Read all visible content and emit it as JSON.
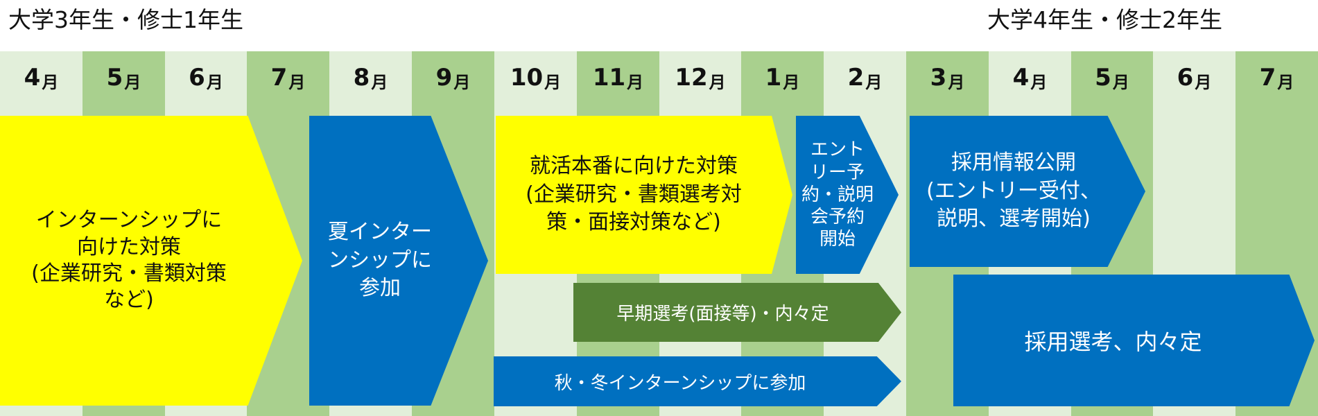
{
  "years": {
    "left": "大学3年生・修士1年生",
    "right": "大学4年生・修士2年生"
  },
  "months": [
    {
      "n": "4",
      "u": "月"
    },
    {
      "n": "5",
      "u": "月"
    },
    {
      "n": "6",
      "u": "月"
    },
    {
      "n": "7",
      "u": "月"
    },
    {
      "n": "8",
      "u": "月"
    },
    {
      "n": "9",
      "u": "月"
    },
    {
      "n": "10",
      "u": "月"
    },
    {
      "n": "11",
      "u": "月"
    },
    {
      "n": "12",
      "u": "月"
    },
    {
      "n": "1",
      "u": "月"
    },
    {
      "n": "2",
      "u": "月"
    },
    {
      "n": "3",
      "u": "月"
    },
    {
      "n": "4",
      "u": "月"
    },
    {
      "n": "5",
      "u": "月"
    },
    {
      "n": "6",
      "u": "月"
    },
    {
      "n": "7",
      "u": "月"
    }
  ],
  "colors": {
    "header_light": "#e2efda",
    "header_dark": "#a9d08e",
    "body_light": "#e2efda",
    "body_dark": "#a9d08e",
    "yellow": "#ffff00",
    "blue": "#0070c0",
    "green": "#548235"
  },
  "stages": {
    "internship_prep": "インターンシップに\n向けた対策\n(企業研究・書類対策\nなど)",
    "summer_internship": "夏インター\nンシップに\n参加",
    "job_hunt_prep": "就活本番に向けた対策\n(企業研究・書類選考対\n策・面接対策など)",
    "entry_booking": "エント\nリー予\n約・説明\n会予約\n開始",
    "recruit_info": "採用情報公開\n(エントリー受付、\n説明、選考開始)",
    "early_selection": "早期選考(面接等)・内々定",
    "autumn_winter_internship": "秋・冬インターンシップに参加",
    "selection_offer": "採用選考、内々定"
  }
}
